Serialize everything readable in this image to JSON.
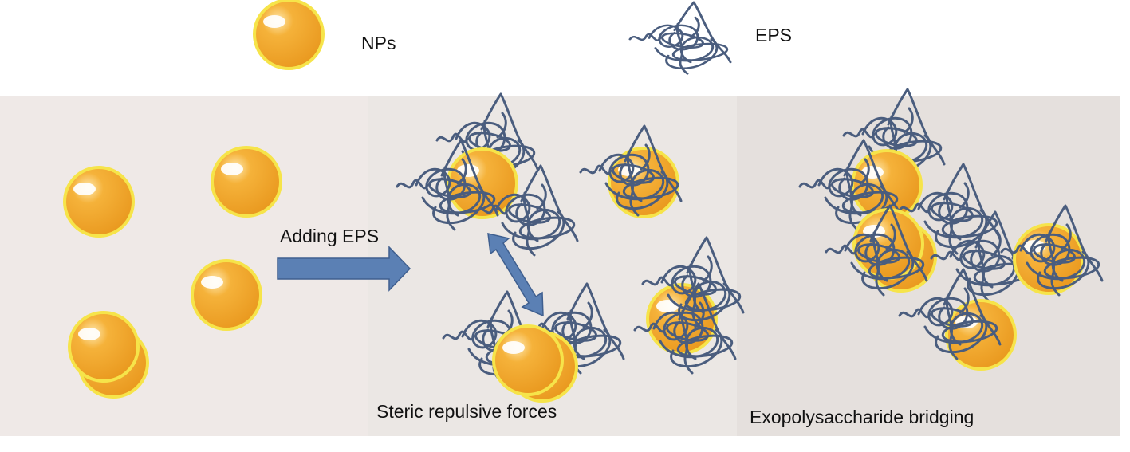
{
  "legend": {
    "np_label": "NPs",
    "eps_label": "EPS"
  },
  "panels": {
    "arrow_label": "Adding EPS",
    "steric_caption": "Steric repulsive forces",
    "bridging_caption": "Exopolysaccharide bridging"
  },
  "colors": {
    "np_fill": "#f2a52a",
    "np_rim": "#f6e44a",
    "eps_strand": "#4a5d7e",
    "arrow": "#5b80b4",
    "panel_left": "#efe9e7",
    "panel_mid": "#ebe7e4",
    "panel_right": "#e5e0dd"
  },
  "icons": {
    "nanoparticle": "nanoparticle-sphere-icon",
    "eps": "eps-polymer-coil-icon",
    "process_arrow": "right-arrow-icon",
    "repulsion_arrow": "double-headed-arrow-icon"
  }
}
